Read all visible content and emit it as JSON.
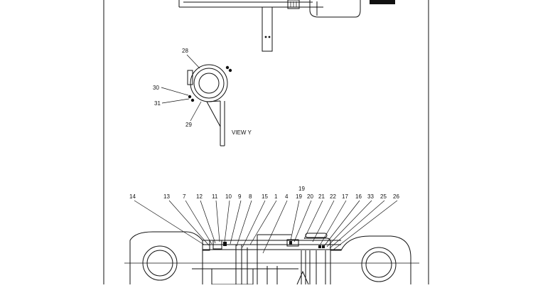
{
  "view_label": "VIEW Y",
  "view_y_callouts": [
    "28",
    "30",
    "31",
    "29"
  ],
  "section_callouts_upper": [
    "19"
  ],
  "section_callouts": [
    "14",
    "13",
    "7",
    "12",
    "11",
    "10",
    "9",
    "8",
    "15",
    "1",
    "4",
    "19",
    "20",
    "21",
    "22",
    "17",
    "16",
    "33",
    "25",
    "26"
  ]
}
